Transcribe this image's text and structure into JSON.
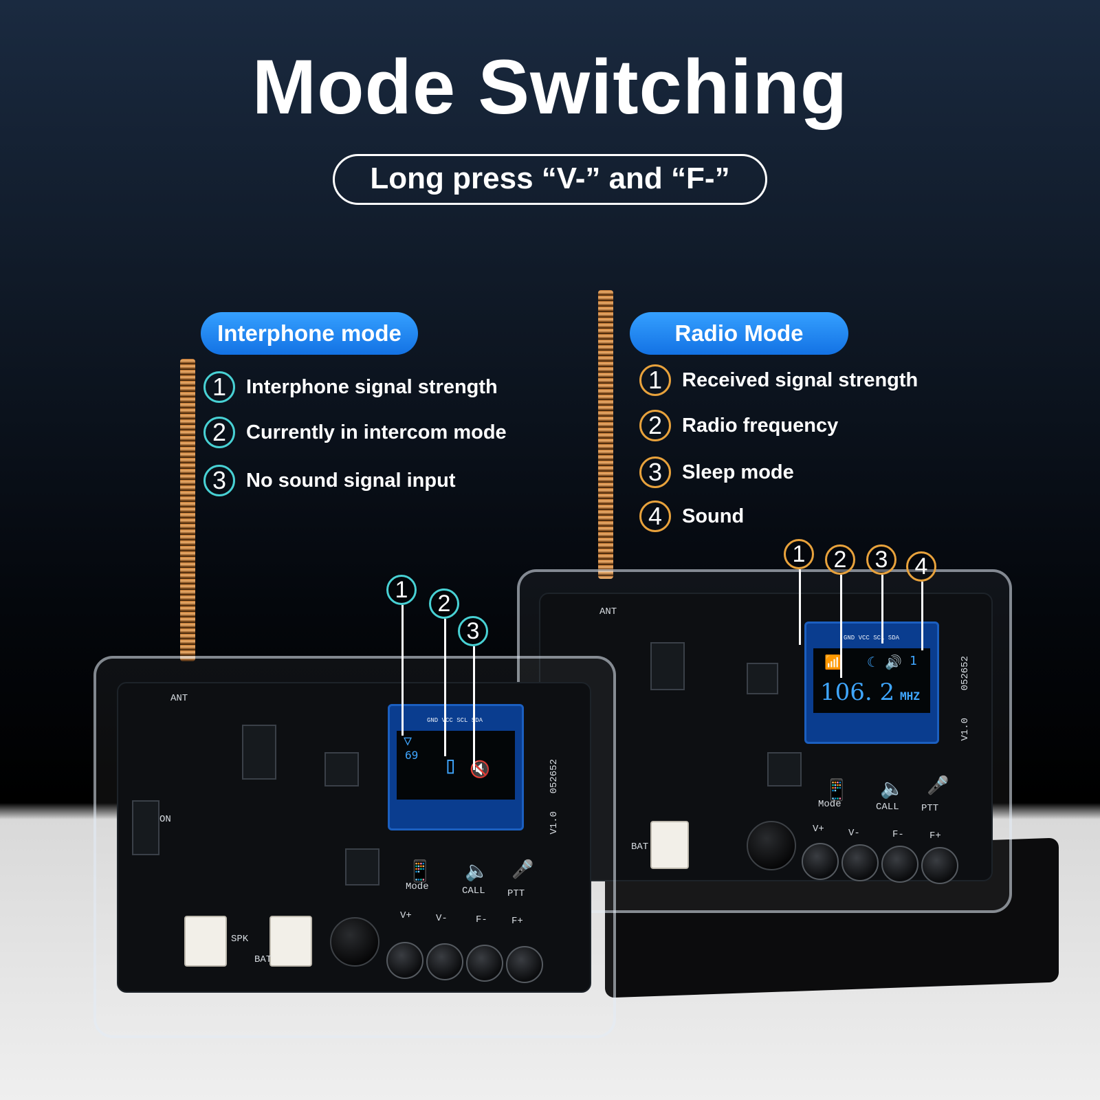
{
  "header": {
    "title": "Mode Switching",
    "instruction": "Long press “V-” and “F-”"
  },
  "interphone_mode": {
    "label": "Interphone mode",
    "items": [
      {
        "number": "1",
        "text": "Interphone signal strength"
      },
      {
        "number": "2",
        "text": "Currently in intercom mode"
      },
      {
        "number": "3",
        "text": "No sound signal input"
      }
    ],
    "screen": {
      "signal_value": "69"
    }
  },
  "radio_mode": {
    "label": "Radio Mode",
    "items": [
      {
        "number": "1",
        "text": "Received signal strength"
      },
      {
        "number": "2",
        "text": "Radio frequency"
      },
      {
        "number": "3",
        "text": "Sleep mode"
      },
      {
        "number": "4",
        "text": "Sound"
      }
    ],
    "screen": {
      "frequency": "106. 2",
      "unit": "MHZ",
      "volume": "1"
    }
  },
  "board_labels": {
    "ant": "ANT",
    "oled_pins": "GND VCC SCL SDA",
    "mode": "Mode",
    "call": "CALL",
    "ptt": "PTT",
    "v_plus": "V+",
    "v_minus": "V-",
    "f_minus": "F-",
    "f_plus": "F+",
    "spk": "SPK",
    "bat": "BAT",
    "on": "ON",
    "version": "V1.0",
    "board_id": "052652"
  },
  "colors": {
    "badge_blue": "#1f86f2",
    "interphone_accent": "#48d1d4",
    "radio_accent": "#e8a23c",
    "oled_text": "#3fa6ff"
  },
  "icons": {
    "interphone_screen": [
      "antenna-signal-icon",
      "walkie-talkie-icon",
      "speaker-muted-icon"
    ],
    "radio_screen": [
      "signal-bars-icon",
      "moon-sleep-icon",
      "speaker-volume-icon"
    ],
    "board": [
      "walkie-talkie-icon",
      "radio-icon",
      "speaker-icon",
      "microphone-icon"
    ]
  }
}
